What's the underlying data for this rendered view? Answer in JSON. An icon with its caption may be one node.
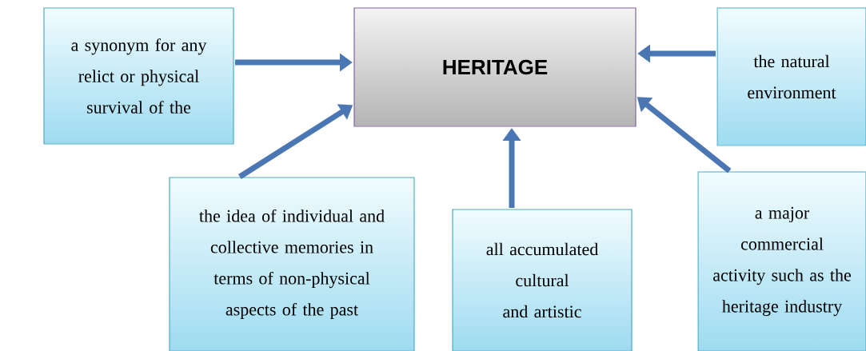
{
  "diagram": {
    "nodes": [
      {
        "text": [
          "HERITAGE"
        ]
      },
      {
        "text": [
          "a synonym for any relict or physical survival of the"
        ]
      },
      {
        "text": [
          "the natural environment"
        ]
      },
      {
        "text": [
          "the idea of individual and collective memories in terms of non-physical aspects of the past"
        ]
      },
      {
        "text": [
          "all accumulated cultural and artistic"
        ]
      },
      {
        "text": [
          "a major commercial activity such as the heritage industry"
        ]
      }
    ],
    "edges": [
      {
        "from": 1,
        "to": 0,
        "arrow": "to"
      },
      {
        "from": 2,
        "to": 0,
        "arrow": "to"
      },
      {
        "from": 3,
        "to": 0,
        "arrow": "to"
      },
      {
        "from": 4,
        "to": 0,
        "arrow": "to"
      },
      {
        "from": 5,
        "to": 0,
        "arrow": "to"
      }
    ]
  }
}
